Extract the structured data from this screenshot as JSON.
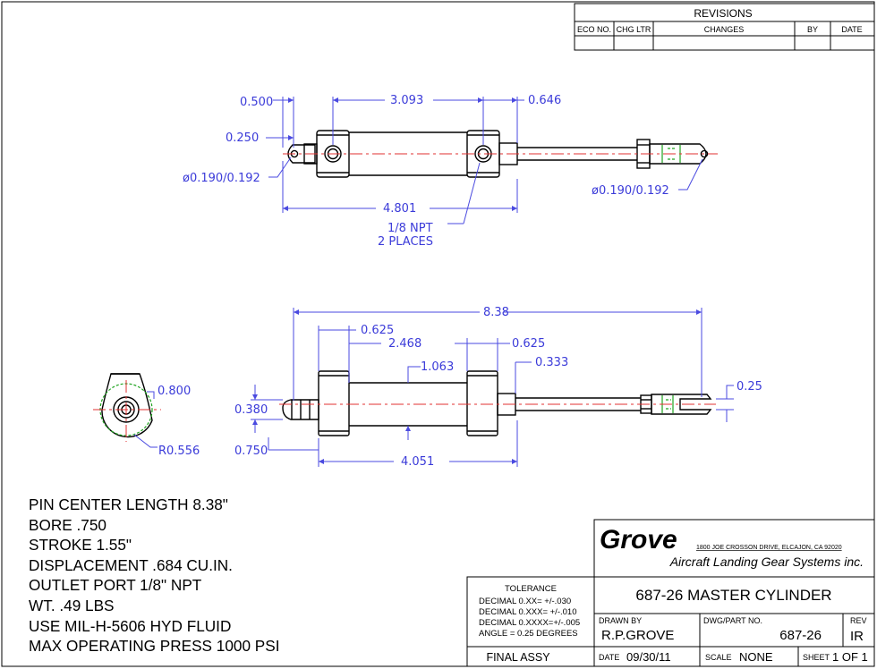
{
  "revisions": {
    "title": "REVISIONS",
    "columns": [
      "ECO NO.",
      "CHG LTR",
      "CHANGES",
      "BY",
      "DATE"
    ]
  },
  "top_view": {
    "dims": {
      "d0500": "0.500",
      "d3093": "3.093",
      "d0646": "0.646",
      "d0250": "0.250",
      "dia_left": "ø0.190/0.192",
      "dia_right": "ø0.190/0.192",
      "d4801": "4.801",
      "npt_line1": "1/8 NPT",
      "npt_line2": "2 PLACES"
    }
  },
  "side_view": {
    "dims": {
      "d838": "8.38",
      "d0625a": "0.625",
      "d2468": "2.468",
      "d0625b": "0.625",
      "d1063": "1.063",
      "d0333": "0.333",
      "d025": "0.25",
      "d0380": "0.380",
      "d0750": "0.750",
      "d4051": "4.051"
    }
  },
  "end_view": {
    "dims": {
      "d0800": "0.800",
      "r0556": "R0.556"
    }
  },
  "notes": [
    "PIN CENTER LENGTH 8.38\"",
    "BORE .750",
    "STROKE 1.55\"",
    "DISPLACEMENT .684 CU.IN.",
    "OUTLET PORT 1/8\" NPT",
    "WT. .49 LBS",
    "USE MIL-H-5606 HYD FLUID",
    "MAX OPERATING PRESS 1000 PSI"
  ],
  "title_block": {
    "company": "Grove",
    "address": "1800 JOE CROSSON DRIVE, ELCAJON, CA 92020",
    "tagline": "Aircraft Landing Gear Systems inc.",
    "title": "687-26 MASTER CYLINDER",
    "tolerance": {
      "heading": "TOLERANCE",
      "lines": [
        "DECIMAL 0.XX=  +/-.030",
        "DECIMAL 0.XXX= +/-.010",
        "DECIMAL 0.XXXX=+/-.005",
        "ANGLE = 0.25 DEGREES"
      ]
    },
    "drawn_by_label": "DRAWN BY",
    "drawn_by": "R.P.GROVE",
    "dwg_label": "DWG/PART NO.",
    "dwg_no": "687-26",
    "rev_label": "REV",
    "rev": "IR",
    "final_assy": "FINAL ASSY",
    "date_label": "DATE",
    "date": "09/30/11",
    "scale_label": "SCALE",
    "scale": "NONE",
    "sheet_label": "SHEET",
    "sheet": "1 OF 1"
  }
}
